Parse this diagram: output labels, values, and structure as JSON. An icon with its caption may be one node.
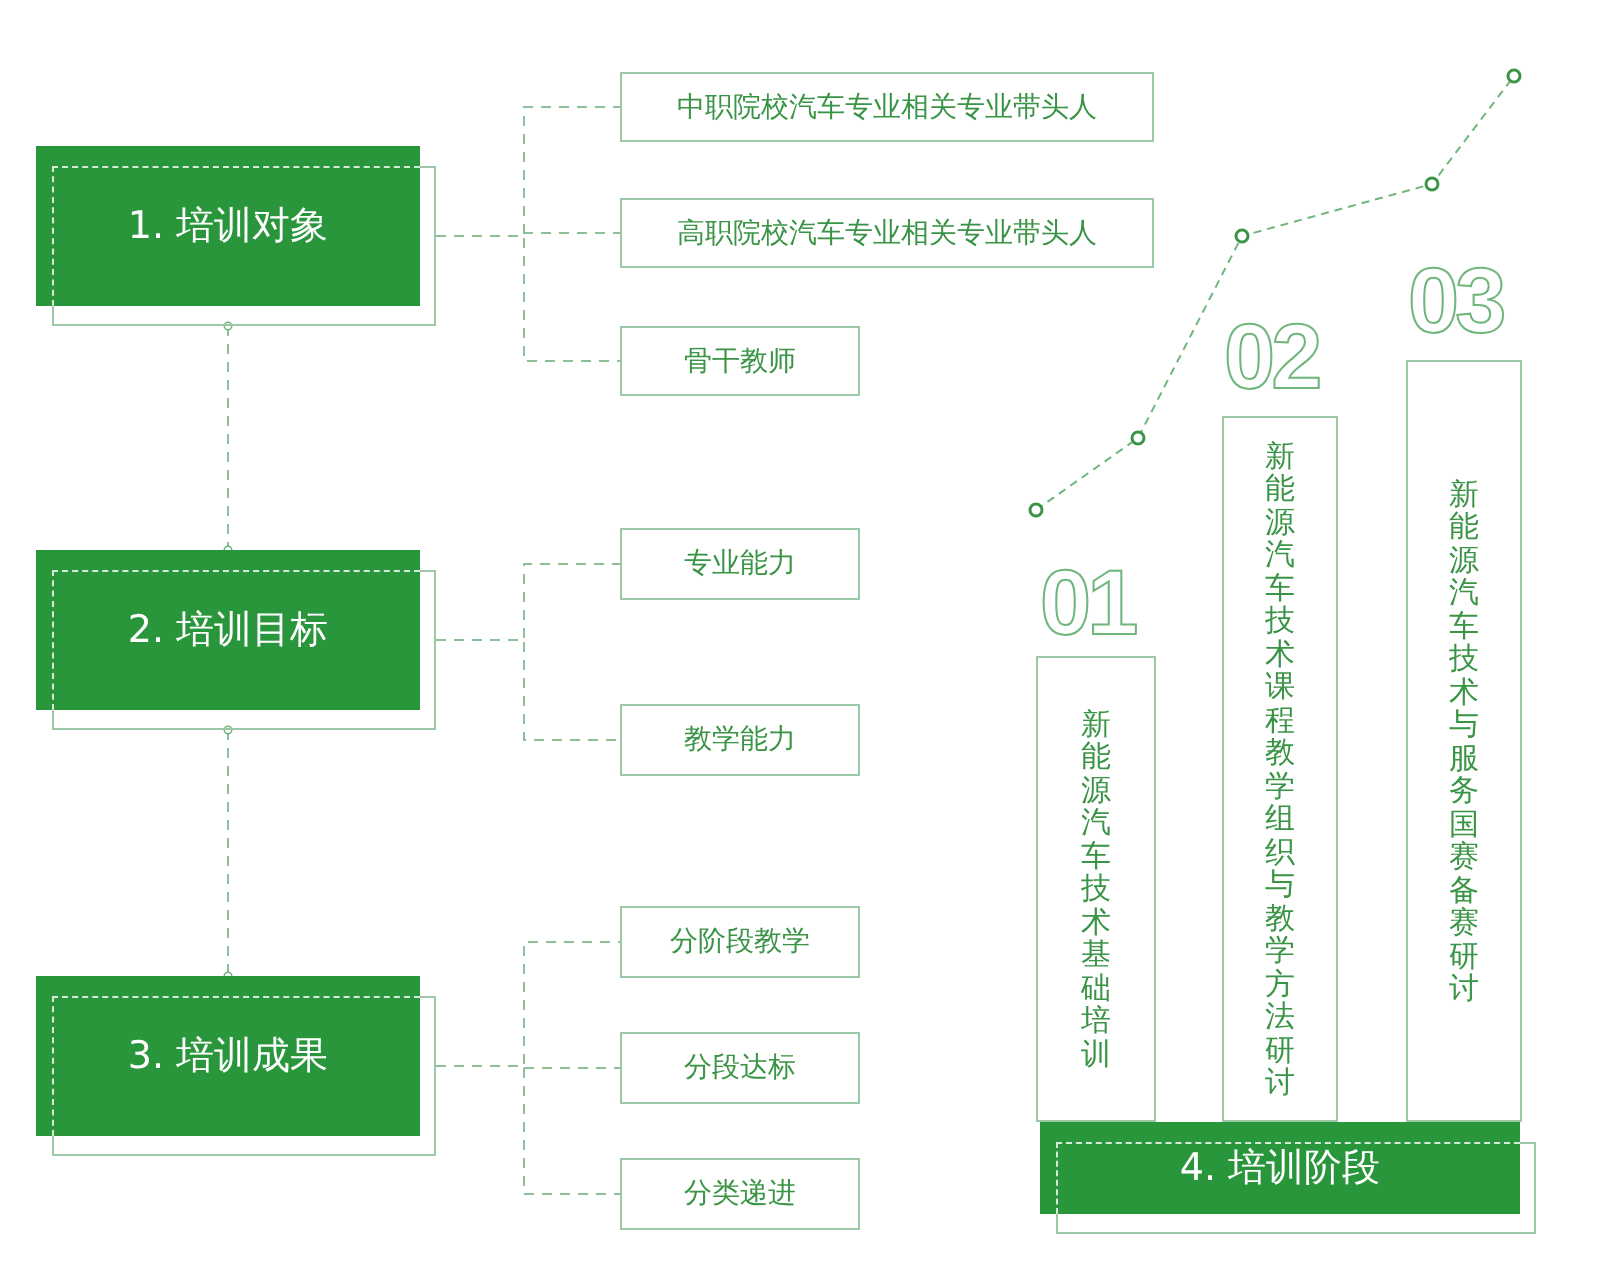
{
  "diagram": {
    "nodes": [
      {
        "text": [
          "1. 培训对象"
        ]
      },
      {
        "text": [
          "中职院校汽车专业相关专业带头人"
        ]
      },
      {
        "text": [
          "高职院校汽车专业相关专业带头人"
        ]
      },
      {
        "text": [
          "骨干教师"
        ]
      },
      {
        "text": [
          "2. 培训目标"
        ]
      },
      {
        "text": [
          "专业能力"
        ]
      },
      {
        "text": [
          "教学能力"
        ]
      },
      {
        "text": [
          "3. 培训成果"
        ]
      },
      {
        "text": [
          "分阶段教学"
        ]
      },
      {
        "text": [
          "分段达标"
        ]
      },
      {
        "text": [
          "分类递进"
        ]
      },
      {
        "text": [
          "新能源汽车技术基础培训"
        ],
        "beside": [
          "01"
        ]
      },
      {
        "text": [
          "新能源汽车技术课程教学组织与教学方法研讨"
        ],
        "beside": [
          "02"
        ]
      },
      {
        "text": [
          "新能源汽车技术与服务国赛备赛研讨"
        ],
        "beside": [
          "03"
        ]
      },
      {
        "text": [
          "4. 培训阶段"
        ]
      }
    ],
    "edges": [
      {
        "from": 0,
        "to": 1,
        "arrow": "none",
        "style": "dashed"
      },
      {
        "from": 0,
        "to": 2,
        "arrow": "none",
        "style": "dashed"
      },
      {
        "from": 0,
        "to": 3,
        "arrow": "none",
        "style": "dashed"
      },
      {
        "from": 4,
        "to": 5,
        "arrow": "none",
        "style": "dashed"
      },
      {
        "from": 4,
        "to": 6,
        "arrow": "none",
        "style": "dashed"
      },
      {
        "from": 7,
        "to": 8,
        "arrow": "none",
        "style": "dashed"
      },
      {
        "from": 7,
        "to": 9,
        "arrow": "none",
        "style": "dashed"
      },
      {
        "from": 7,
        "to": 10,
        "arrow": "none",
        "style": "dashed"
      },
      {
        "from": 0,
        "to": 4,
        "arrow": "other",
        "style": "dashed"
      },
      {
        "from": 4,
        "to": 7,
        "arrow": "other",
        "style": "dashed"
      }
    ]
  }
}
